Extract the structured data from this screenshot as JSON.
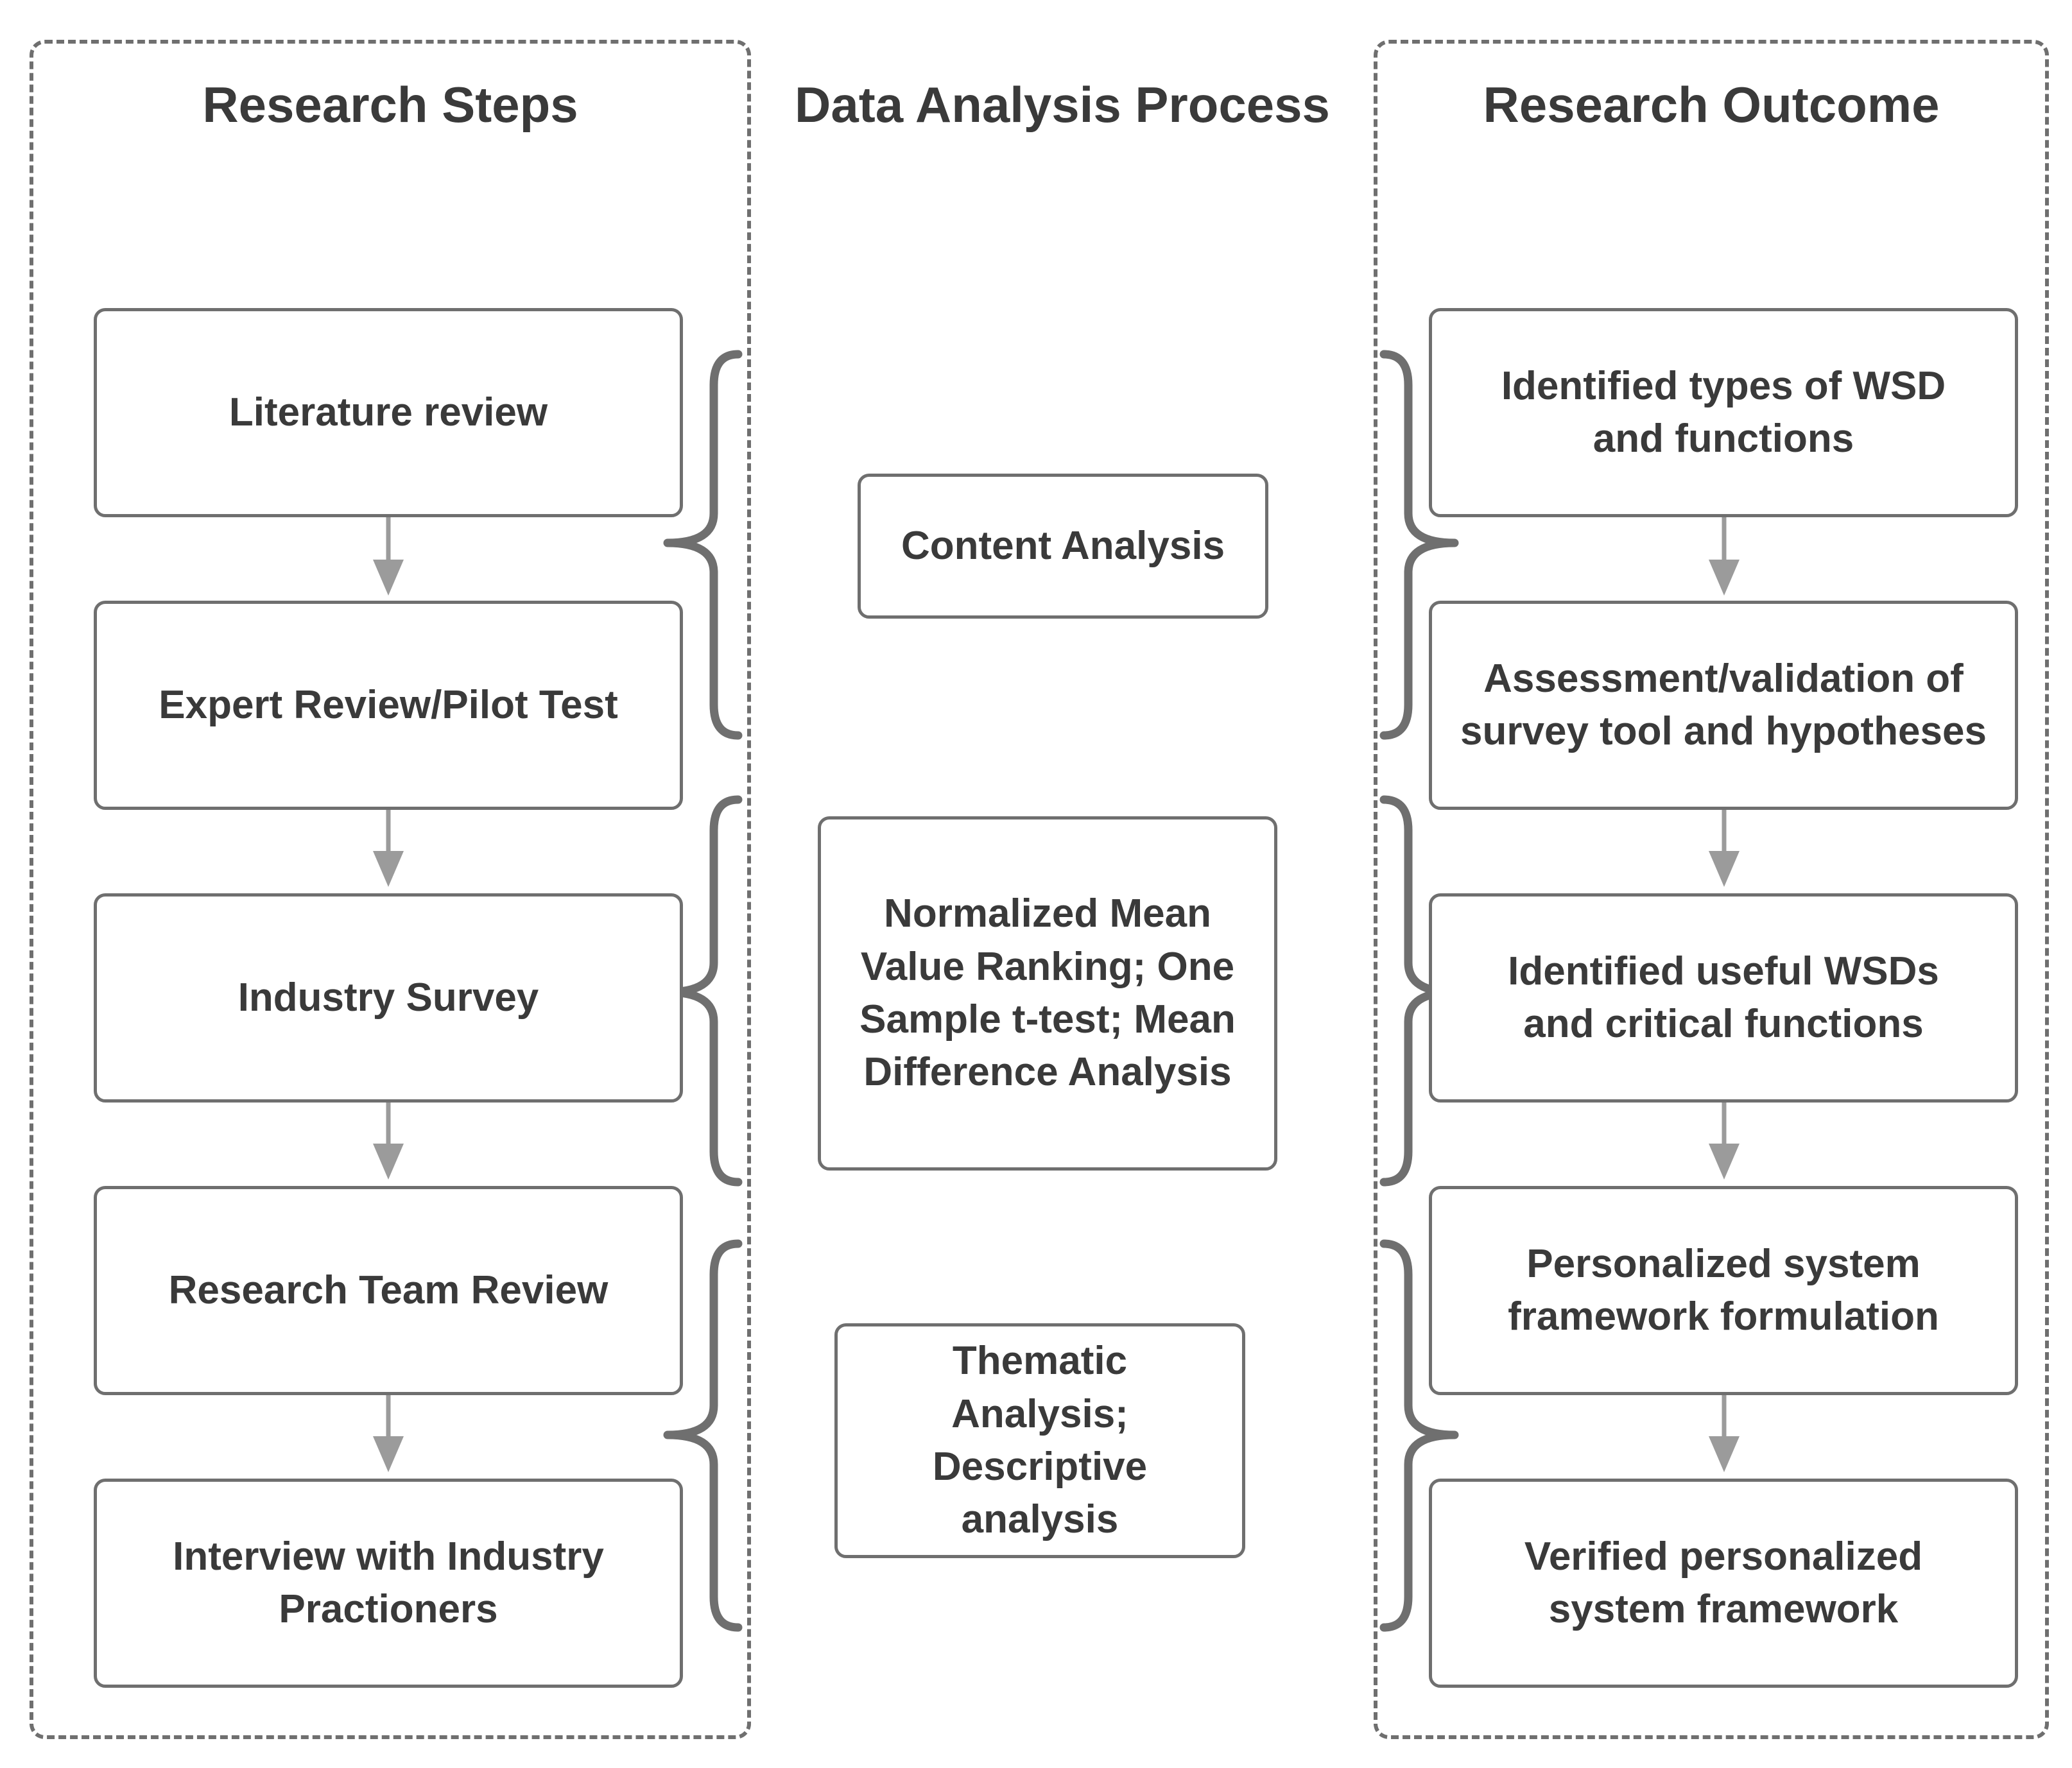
{
  "headings": {
    "research_steps": "Research Steps",
    "data_analysis": "Data Analysis Process",
    "research_outcome": "Research Outcome"
  },
  "steps": [
    "Literature review",
    "Expert Review/Pilot Test",
    "Industry Survey",
    "Research Team Review",
    "Interview with Industry Practioners"
  ],
  "analysis": [
    "Content Analysis",
    "Normalized Mean Value Ranking; One Sample t-test; Mean Difference Analysis",
    "Thematic Analysis; Descriptive analysis"
  ],
  "outcomes": [
    "Identified  types of WSD and functions",
    "Assessment/validation  of survey tool and hypotheses",
    "Identified useful WSDs and critical functions",
    "Personalized system framework formulation",
    "Verified personalized system framework"
  ],
  "colors": {
    "line": "#6f6f6f",
    "arrow": "#9b9b9b",
    "text": "#3a3a3a"
  }
}
